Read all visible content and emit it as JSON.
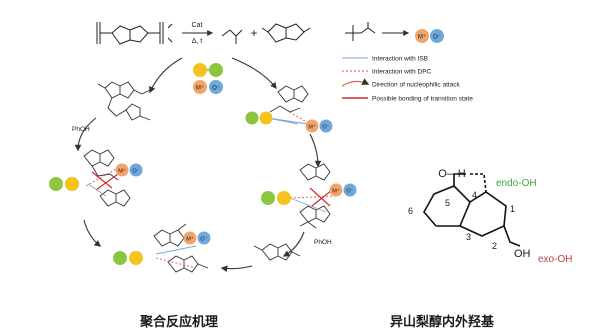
{
  "reaction": {
    "catalyst": "Cat",
    "heat": "Δ, t",
    "plus": "+"
  },
  "cation_label": "M⁺",
  "anion_label": "O⁻",
  "legend": [
    {
      "label": "Interaction with ISB",
      "color": "#7aa7d9"
    },
    {
      "label": "Interaction with DPC",
      "color": "#e05a4c"
    },
    {
      "label": "Direction of nucleophilic attack",
      "color": "#e05a4c"
    },
    {
      "label": "Possible bonding of transition state",
      "color": "#d62a2a"
    }
  ],
  "cycle_labels": {
    "phoh_top": "PhOH",
    "phoh_right": "PhOH"
  },
  "structure": {
    "endo_label": "endo-OH",
    "exo_label": "exo-OH",
    "oh_top": "O—H",
    "oh_bottom": "OH",
    "atom_numbers": [
      "1",
      "2",
      "3",
      "4",
      "5",
      "6"
    ],
    "endo_color": "#3aa63a",
    "exo_color": "#c83a3a"
  },
  "captions": {
    "left": "聚合反应机理",
    "right": "异山梨醇内外羟基"
  },
  "colors": {
    "yellow": "#f6c21c",
    "green": "#8cc63f",
    "orange": "#f2a46a",
    "blue": "#6fa8dc"
  }
}
